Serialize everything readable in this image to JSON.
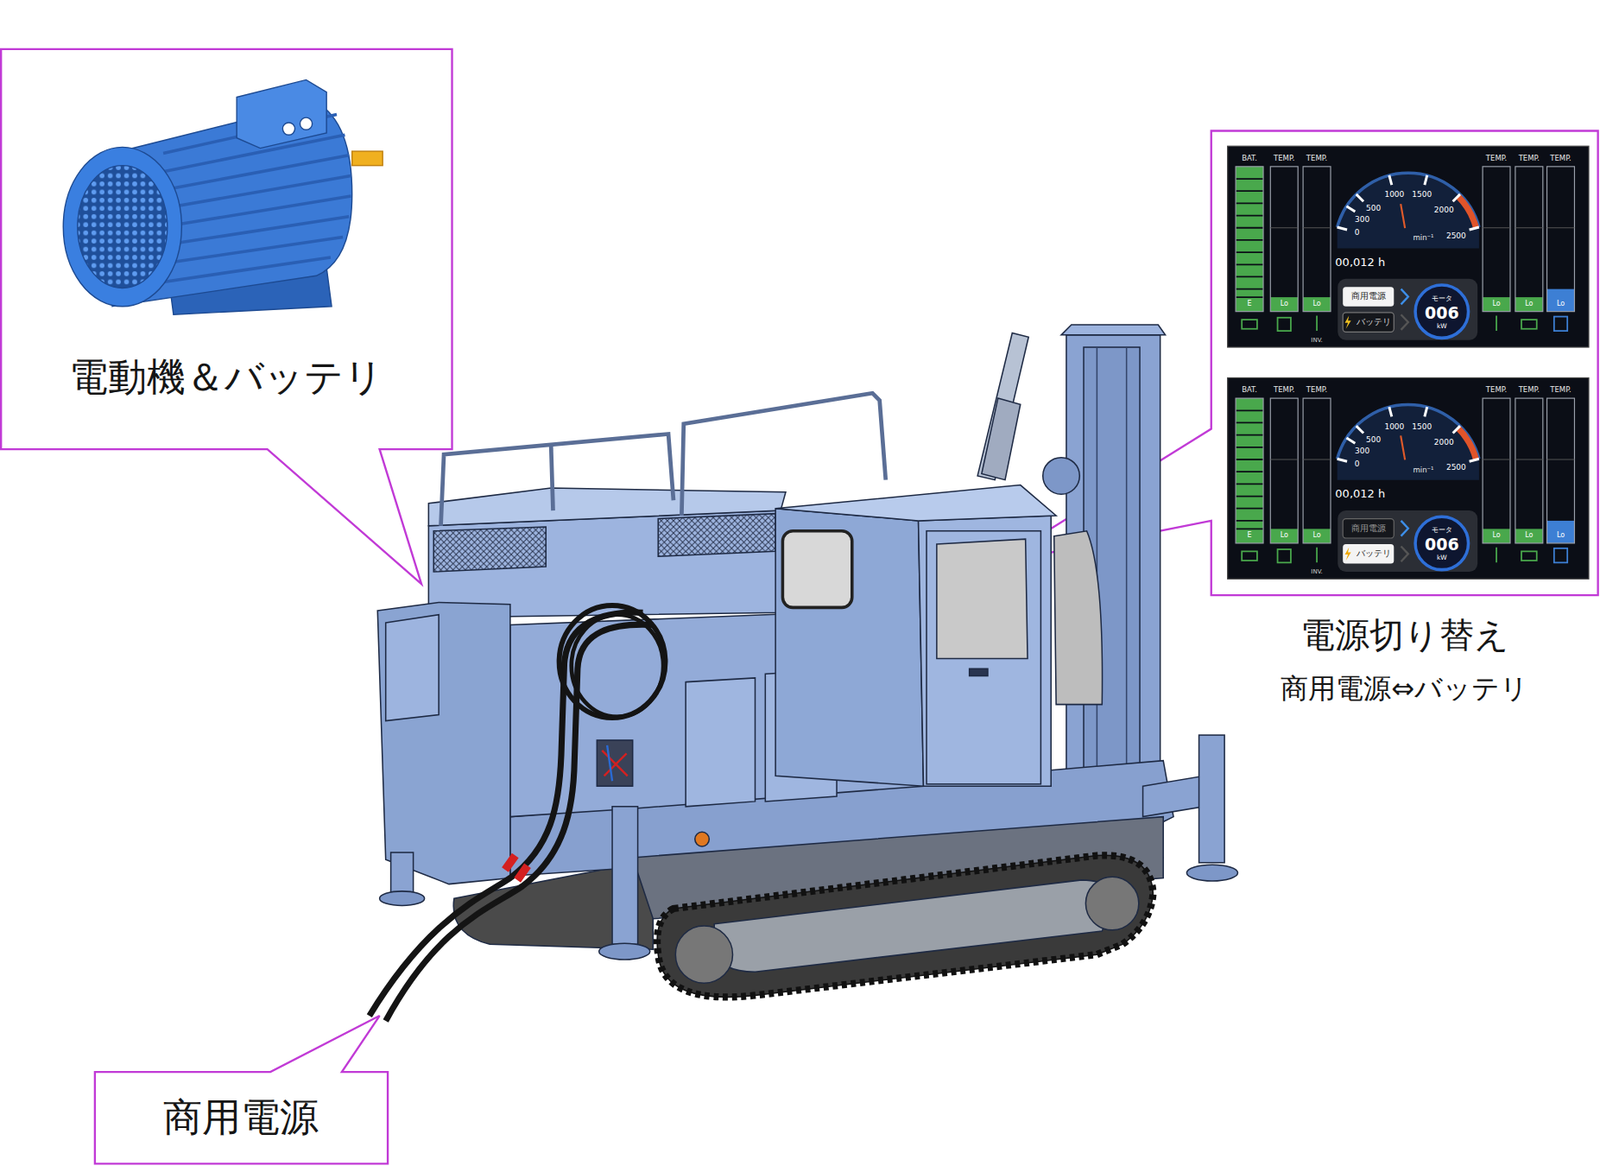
{
  "diagram": {
    "nodes": [
      {
        "text": [
          "電動機＆バッテリ"
        ]
      },
      {
        "text": [
          "電源切り替え",
          "商用電源⇔バッテリ"
        ]
      },
      {
        "text": [
          "商用電源"
        ]
      }
    ],
    "labels": [
      "BAT.",
      "TEMP.",
      "TEMP.",
      "TEMP.",
      "TEMP.",
      "TEMP.",
      "E",
      "Lo",
      "Lo",
      "Lo",
      "Lo",
      "Lo",
      "INV.",
      "0",
      "300",
      "500",
      "1000",
      "1500",
      "2000",
      "2500",
      "min⁻¹",
      "00,012 h",
      "商用電源",
      "バッテリ",
      "モータ",
      "006",
      "kW",
      "BAT.",
      "TEMP.",
      "TEMP.",
      "TEMP.",
      "TEMP.",
      "TEMP.",
      "E",
      "Lo",
      "Lo",
      "Lo",
      "Lo",
      "Lo",
      "INV.",
      "0",
      "300",
      "500",
      "1000",
      "1500",
      "2000",
      "2500",
      "min⁻¹",
      "00,012 h",
      "商用電源",
      "バッテリ",
      "モータ",
      "006",
      "kW"
    ]
  }
}
